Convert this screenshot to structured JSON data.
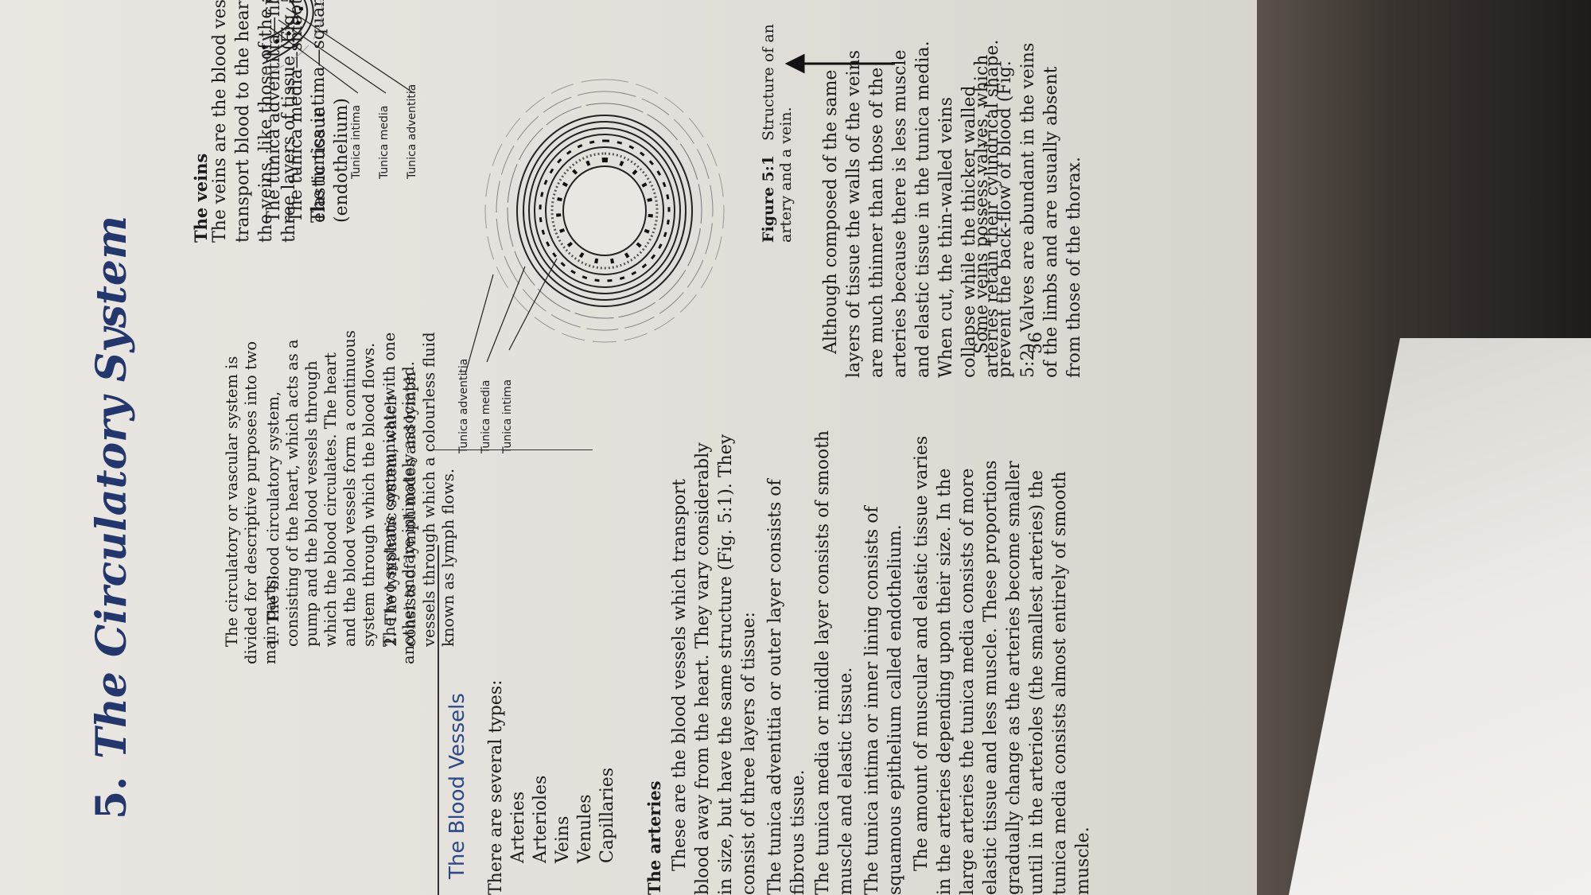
{
  "chapter": {
    "number": "5.",
    "title": "The Circulatory System"
  },
  "intro": {
    "para1": "The circulatory or vascular system is divided for descriptive purposes into two main parts:",
    "item1_num": "1.",
    "item1": "The blood circulatory system, consisting of the heart, which acts as a pump and the blood vessels through which the blood circulates. The heart and the blood vessels form a continuous system through which the blood flows.",
    "item2_num": "2.",
    "item2": "The lymphatic system, which consists of lymph nodes and lymph vessels through which a colourless fluid known as lymph flows.",
    "para2": "The two systems communicate with one another and are intimately associated."
  },
  "blood_vessels": {
    "heading": "The Blood Vessels",
    "types_intro": "There are several types:",
    "types": [
      "Arteries",
      "Arterioles",
      "Veins",
      "Venules",
      "Capillaries"
    ]
  },
  "arteries": {
    "heading": "The arteries",
    "para1": "These are the blood vessels which transport blood away from the heart. They vary considerably in size, but have the same structure (Fig. 5:1). They consist of three layers of tissue:",
    "layer1": "The tunica adventitia or outer layer consists of fibrous tissue.",
    "layer2": "The tunica media or middle layer consists of smooth muscle and elastic tissue.",
    "layer3": "The tunica intima or inner lining consists of squamous epithelium called endothelium.",
    "para2": "The amount of muscular and elastic tissue varies in the arteries depending upon their size. In the large arteries the tunica media consists of more elastic tissue and less muscle. These proportions gradually change as the arteries become smaller until in the arterioles (the smallest arteries) the tunica media consists almost entirely of smooth muscle."
  },
  "veins": {
    "heading": "The veins",
    "para1": "The veins are the blood vessels which transport blood to the heart. The walls of the veins, like those of the arteries, have three layers of tissue (Fig. 5:1):",
    "layer1": "The tunica adventitia—fibrous tissue",
    "layer2": "The tunica media—smooth muscle and elastic tissue",
    "layer3": "The tunica intima—squamous epithelium (endothelium)",
    "para2": "Although composed of the same layers of tissue the walls of the veins are much thinner than those of the arteries because there is less muscle and elastic tissue in the tunica media. When cut, the thin-walled veins collapse while the thicker walled arteries retain their cylindrical shape.",
    "para3": "Some veins possess valves, which prevent the back-flow of blood (Fig. 5:2). Valves are abundant in the veins of the limbs and are usually absent from those of the thorax."
  },
  "figure": {
    "artery_labels": [
      "Tunica adventitia",
      "Tunica media",
      "Tunica intima"
    ],
    "vein_labels": [
      "Tunica intima",
      "Tunica media",
      "Tunica adventitia"
    ],
    "caption_label": "Figure 5:1",
    "caption_text": "Structure of an artery and a vein."
  },
  "page_number": "56"
}
